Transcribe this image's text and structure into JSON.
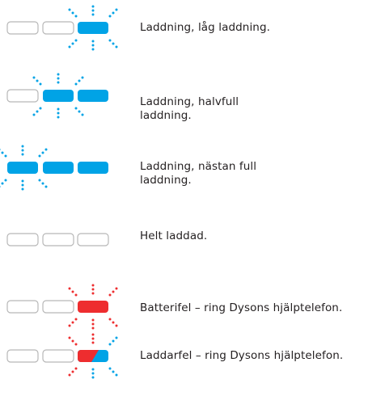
{
  "colors": {
    "outline": "#b7b7b7",
    "blue": "#00a3e6",
    "red": "#ee2d2f",
    "text": "#231f20"
  },
  "rows": [
    {
      "label": "Laddning, låg laddning.",
      "state": "blink-one-blue"
    },
    {
      "label": "Laddning, halvfull laddning.",
      "state": "blink-two-blue"
    },
    {
      "label": "Laddning, nästan full laddning.",
      "state": "blink-three-blue"
    },
    {
      "label": "Helt laddad.",
      "state": "all-off"
    },
    {
      "label": "Batterifel – ring Dysons hjälptelefon.",
      "state": "blink-red"
    },
    {
      "label": "Laddarfel – ring Dysons hjälptelefon.",
      "state": "blink-red-blue-split"
    }
  ]
}
